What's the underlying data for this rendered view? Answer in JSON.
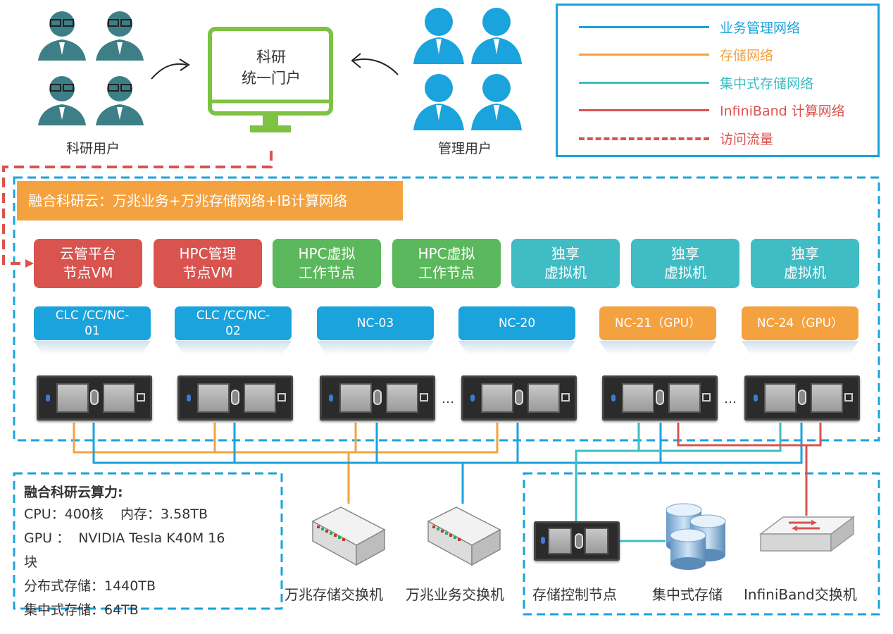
{
  "users": {
    "research_label": "科研用户",
    "admin_label": "管理用户"
  },
  "portal": {
    "line1": "科研",
    "line2": "统一门户"
  },
  "legend": {
    "items": [
      {
        "label": "业务管理网络",
        "color": "#1aa3dc",
        "style": "solid"
      },
      {
        "label": "存储网络",
        "color": "#f4a23f",
        "style": "solid"
      },
      {
        "label": "集中式存储网络",
        "color": "#3fbcc4",
        "style": "solid"
      },
      {
        "label": "InfiniBand 计算网络",
        "color": "#d9534f",
        "style": "solid"
      },
      {
        "label": "访问流量",
        "color": "#d9534f",
        "style": "dashed"
      }
    ]
  },
  "cloud": {
    "banner": "融合科研云：万兆业务+万兆存储网络+IB计算网络",
    "roles": [
      {
        "line1": "云管平台",
        "line2": "节点VM",
        "color": "#d9534f"
      },
      {
        "line1": "HPC管理",
        "line2": "节点VM",
        "color": "#d9534f"
      },
      {
        "line1": "HPC虚拟",
        "line2": "工作节点",
        "color": "#5cb85c"
      },
      {
        "line1": "HPC虚拟",
        "line2": "工作节点",
        "color": "#5cb85c"
      },
      {
        "line1": "独享",
        "line2": "虚拟机",
        "color": "#3fbcc4"
      },
      {
        "line1": "独享",
        "line2": "虚拟机",
        "color": "#3fbcc4"
      },
      {
        "line1": "独享",
        "line2": "虚拟机",
        "color": "#3fbcc4"
      }
    ],
    "nodes": [
      {
        "line1": "CLC /CC/NC-",
        "line2": "01",
        "color": "#1aa3dc"
      },
      {
        "line1": "CLC /CC/NC-",
        "line2": "02",
        "color": "#1aa3dc"
      },
      {
        "line1": "NC-03",
        "line2": "",
        "color": "#1aa3dc"
      },
      {
        "line1": "NC-20",
        "line2": "",
        "color": "#1aa3dc"
      },
      {
        "line1": "NC-21（GPU）",
        "line2": "",
        "color": "#f4a23f"
      },
      {
        "line1": "NC-24（GPU）",
        "line2": "",
        "color": "#f4a23f"
      }
    ],
    "ellipsis": "…"
  },
  "stats": {
    "title": "融合科研云算力:",
    "lines": [
      "CPU：400核    内存：3.58TB",
      "GPU ：  NVIDIA Tesla K40M 16",
      "块",
      "分布式存储：1440TB",
      "集中式存储：64TB"
    ]
  },
  "devices": {
    "storage_switch": "万兆存储交换机",
    "business_switch": "万兆业务交换机",
    "storage_controller": "存储控制节点",
    "central_storage": "集中式存储",
    "ib_switch": "InfiniBand交换机"
  },
  "colors": {
    "blue": "#1aa3dc",
    "orange": "#f4a23f",
    "teal": "#3fbcc4",
    "red": "#d9534f",
    "green": "#5cb85c",
    "monitor_green": "#7dc242"
  }
}
